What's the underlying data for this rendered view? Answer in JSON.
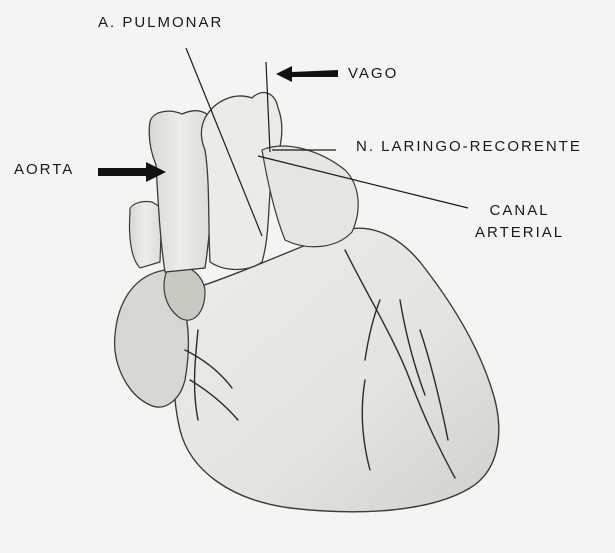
{
  "labels": {
    "pulmonar": "A. PULMONAR",
    "vago": "VAGO",
    "nervo": "N. LARINGO-RECORENTE",
    "aorta": "AORTA",
    "canal_line1": "CANAL",
    "canal_line2": "ARTERIAL"
  },
  "colors": {
    "background": "#f4f4f2",
    "tissue": "#ebebe7",
    "shade": "#d6d6d1",
    "ink": "#1a1a1a"
  }
}
